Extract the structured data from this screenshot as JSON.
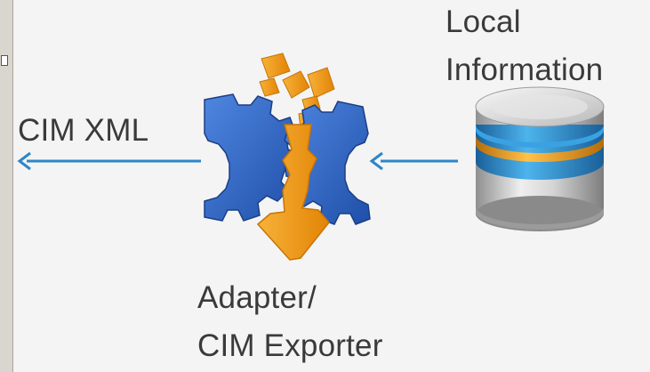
{
  "nodes": {
    "source": {
      "label_line1": "Local",
      "label_line2": "Information",
      "icon": "database-icon"
    },
    "adapter": {
      "label_line1": "Adapter/",
      "label_line2": "CIM Exporter",
      "icon": "gears-adapter-icon"
    },
    "output": {
      "label": "CIM XML"
    }
  },
  "colors": {
    "arrow": "#2e86c8",
    "gear": "#2f63c4",
    "funnel": "#f39a12",
    "db_body": "#c9c9c9",
    "db_band_blue": "#2a8fd4",
    "db_band_orange": "#f1a51d"
  }
}
